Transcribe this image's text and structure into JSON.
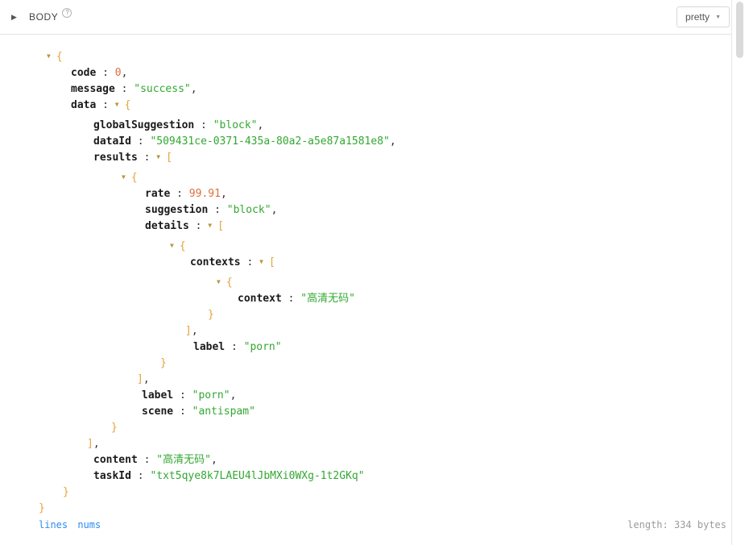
{
  "header": {
    "title": "BODY",
    "format_select": "pretty"
  },
  "icons": {
    "section_chevron": "▶",
    "caret_down": "▼",
    "toggle_down": "▼",
    "help": "?"
  },
  "footer": {
    "links": [
      "lines",
      "nums"
    ],
    "length_text": "length: 334 bytes"
  },
  "colors": {
    "key": "#1a1a1a",
    "punct": "#333333",
    "string": "#32a832",
    "number": "#dd6f3c",
    "brace": "#e6a23c",
    "toggle": "#b8963e",
    "link": "#2d8cf0"
  },
  "tree": {
    "lines": [
      {
        "pad": 10,
        "gap": false,
        "tokens": [
          {
            "t": "toggle"
          },
          {
            "t": "brace",
            "v": "{"
          }
        ]
      },
      {
        "pad": 40,
        "gap": false,
        "tokens": [
          {
            "t": "key",
            "v": "code"
          },
          {
            "t": "punct",
            "v": " : "
          },
          {
            "t": "number",
            "v": "0"
          },
          {
            "t": "punct",
            "v": ","
          }
        ]
      },
      {
        "pad": 40,
        "gap": false,
        "tokens": [
          {
            "t": "key",
            "v": "message"
          },
          {
            "t": "punct",
            "v": " : "
          },
          {
            "t": "string",
            "v": "\"success\""
          },
          {
            "t": "punct",
            "v": ","
          }
        ]
      },
      {
        "pad": 40,
        "gap": false,
        "tokens": [
          {
            "t": "key",
            "v": "data"
          },
          {
            "t": "punct",
            "v": " : "
          },
          {
            "t": "toggle"
          },
          {
            "t": "brace",
            "v": "{"
          }
        ]
      },
      {
        "pad": 68,
        "gap": true,
        "tokens": [
          {
            "t": "key",
            "v": "globalSuggestion"
          },
          {
            "t": "punct",
            "v": " : "
          },
          {
            "t": "string",
            "v": "\"block\""
          },
          {
            "t": "punct",
            "v": ","
          }
        ]
      },
      {
        "pad": 68,
        "gap": false,
        "tokens": [
          {
            "t": "key",
            "v": "dataId"
          },
          {
            "t": "punct",
            "v": " : "
          },
          {
            "t": "string",
            "v": "\"509431ce-0371-435a-80a2-a5e87a1581e8\""
          },
          {
            "t": "punct",
            "v": ","
          }
        ]
      },
      {
        "pad": 68,
        "gap": false,
        "tokens": [
          {
            "t": "key",
            "v": "results"
          },
          {
            "t": "punct",
            "v": " : "
          },
          {
            "t": "toggle"
          },
          {
            "t": "bracket",
            "v": "["
          }
        ]
      },
      {
        "pad": 103,
        "gap": true,
        "tokens": [
          {
            "t": "toggle"
          },
          {
            "t": "brace",
            "v": "{"
          }
        ]
      },
      {
        "pad": 132,
        "gap": false,
        "tokens": [
          {
            "t": "key",
            "v": "rate"
          },
          {
            "t": "punct",
            "v": " : "
          },
          {
            "t": "number",
            "v": "99.91"
          },
          {
            "t": "punct",
            "v": ","
          }
        ]
      },
      {
        "pad": 132,
        "gap": false,
        "tokens": [
          {
            "t": "key",
            "v": "suggestion"
          },
          {
            "t": "punct",
            "v": " : "
          },
          {
            "t": "string",
            "v": "\"block\""
          },
          {
            "t": "punct",
            "v": ","
          }
        ]
      },
      {
        "pad": 132,
        "gap": false,
        "tokens": [
          {
            "t": "key",
            "v": "details"
          },
          {
            "t": "punct",
            "v": " : "
          },
          {
            "t": "toggle"
          },
          {
            "t": "bracket",
            "v": "["
          }
        ]
      },
      {
        "pad": 163,
        "gap": true,
        "tokens": [
          {
            "t": "toggle"
          },
          {
            "t": "brace",
            "v": "{"
          }
        ]
      },
      {
        "pad": 188,
        "gap": false,
        "tokens": [
          {
            "t": "key",
            "v": "contexts"
          },
          {
            "t": "punct",
            "v": " : "
          },
          {
            "t": "toggle"
          },
          {
            "t": "bracket",
            "v": "["
          }
        ]
      },
      {
        "pad": 221,
        "gap": true,
        "tokens": [
          {
            "t": "toggle"
          },
          {
            "t": "brace",
            "v": "{"
          }
        ]
      },
      {
        "pad": 247,
        "gap": false,
        "tokens": [
          {
            "t": "key",
            "v": "context"
          },
          {
            "t": "punct",
            "v": " : "
          },
          {
            "t": "string",
            "v": "\"高清无码\""
          }
        ]
      },
      {
        "pad": 210,
        "gap": false,
        "tokens": [
          {
            "t": "brace",
            "v": "}"
          }
        ]
      },
      {
        "pad": 182,
        "gap": false,
        "tokens": [
          {
            "t": "bracket",
            "v": "]"
          },
          {
            "t": "punct",
            "v": ","
          }
        ]
      },
      {
        "pad": 192,
        "gap": false,
        "tokens": [
          {
            "t": "key",
            "v": "label"
          },
          {
            "t": "punct",
            "v": " : "
          },
          {
            "t": "string",
            "v": "\"porn\""
          }
        ]
      },
      {
        "pad": 151,
        "gap": false,
        "tokens": [
          {
            "t": "brace",
            "v": "}"
          }
        ]
      },
      {
        "pad": 122,
        "gap": false,
        "tokens": [
          {
            "t": "bracket",
            "v": "]"
          },
          {
            "t": "punct",
            "v": ","
          }
        ]
      },
      {
        "pad": 128,
        "gap": false,
        "tokens": [
          {
            "t": "key",
            "v": "label"
          },
          {
            "t": "punct",
            "v": " : "
          },
          {
            "t": "string",
            "v": "\"porn\""
          },
          {
            "t": "punct",
            "v": ","
          }
        ]
      },
      {
        "pad": 128,
        "gap": false,
        "tokens": [
          {
            "t": "key",
            "v": "scene"
          },
          {
            "t": "punct",
            "v": " : "
          },
          {
            "t": "string",
            "v": "\"antispam\""
          }
        ]
      },
      {
        "pad": 90,
        "gap": false,
        "tokens": [
          {
            "t": "brace",
            "v": "}"
          }
        ]
      },
      {
        "pad": 60,
        "gap": false,
        "tokens": [
          {
            "t": "bracket",
            "v": "]"
          },
          {
            "t": "punct",
            "v": ","
          }
        ]
      },
      {
        "pad": 68,
        "gap": false,
        "tokens": [
          {
            "t": "key",
            "v": "content"
          },
          {
            "t": "punct",
            "v": " : "
          },
          {
            "t": "string",
            "v": "\"高清无码\""
          },
          {
            "t": "punct",
            "v": ","
          }
        ]
      },
      {
        "pad": 68,
        "gap": false,
        "tokens": [
          {
            "t": "key",
            "v": "taskId"
          },
          {
            "t": "punct",
            "v": " : "
          },
          {
            "t": "string",
            "v": "\"txt5qye8k7LAEU4lJbMXi0WXg-1t2GKq\""
          }
        ]
      },
      {
        "pad": 30,
        "gap": false,
        "tokens": [
          {
            "t": "brace",
            "v": "}"
          }
        ]
      },
      {
        "pad": 0,
        "gap": false,
        "tokens": [
          {
            "t": "brace",
            "v": "}"
          }
        ]
      }
    ]
  }
}
